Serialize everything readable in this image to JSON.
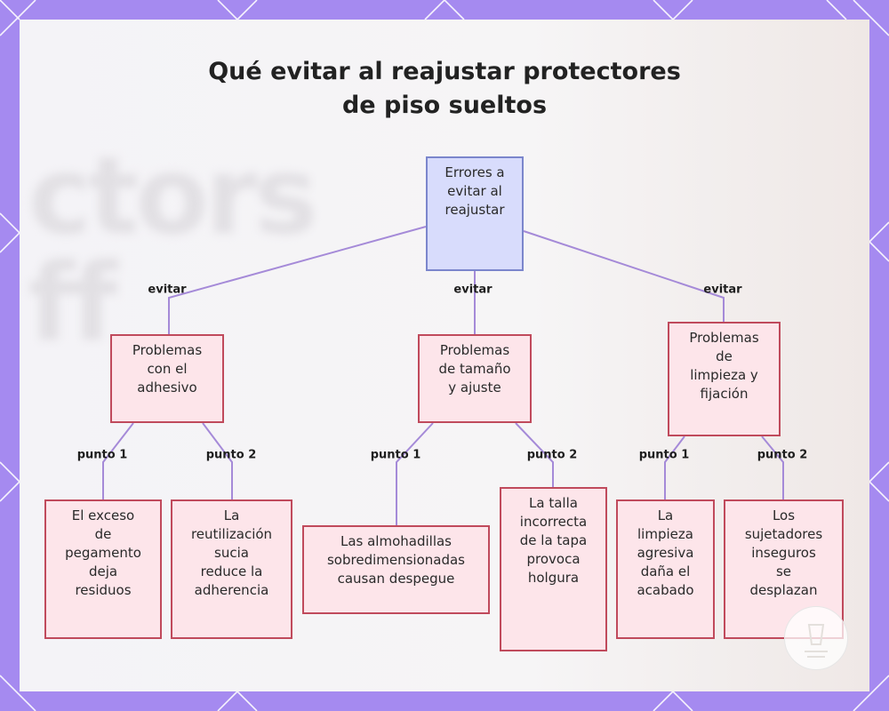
{
  "diagram": {
    "title": "Qué evitar al reajustar protectores de piso sueltos",
    "title_lines": [
      "Qué evitar al reajustar protectores",
      "de piso sueltos"
    ],
    "root": {
      "label": "Errores a evitar al reajustar",
      "lines": [
        "Errores a",
        "evitar al",
        "reajustar"
      ]
    },
    "categories": [
      {
        "edge_label": "evitar",
        "label": "Problemas con el adhesivo",
        "lines": [
          "Problemas",
          "con el",
          "adhesivo"
        ],
        "items": [
          {
            "edge_label": "punto 1",
            "label": "El exceso de pegamento deja residuos",
            "lines": [
              "El exceso",
              "de",
              "pegamento",
              "deja",
              "residuos"
            ]
          },
          {
            "edge_label": "punto 2",
            "label": "La reutilización sucia reduce la adherencia",
            "lines": [
              "La",
              "reutilización",
              "sucia",
              "reduce la",
              "adherencia"
            ]
          }
        ]
      },
      {
        "edge_label": "evitar",
        "label": "Problemas de tamaño y ajuste",
        "lines": [
          "Problemas",
          "de tamaño",
          "y ajuste"
        ],
        "items": [
          {
            "edge_label": "punto 1",
            "label": "Las almohadillas sobredimensionadas causan despegue",
            "lines": [
              "Las almohadillas",
              "sobredimensionadas",
              "causan despegue"
            ]
          },
          {
            "edge_label": "punto 2",
            "label": "La talla incorrecta de la tapa provoca holgura",
            "lines": [
              "La talla",
              "incorrecta",
              "de la tapa",
              "provoca",
              "holgura"
            ]
          }
        ]
      },
      {
        "edge_label": "evitar",
        "label": "Problemas de limpieza y fijación",
        "lines": [
          "Problemas",
          "de",
          "limpieza y",
          "fijación"
        ],
        "items": [
          {
            "edge_label": "punto 1",
            "label": "La limpieza agresiva daña el acabado",
            "lines": [
              "La",
              "limpieza",
              "agresiva",
              "daña el",
              "acabado"
            ]
          },
          {
            "edge_label": "punto 2",
            "label": "Los sujetadores inseguros se desplazan",
            "lines": [
              "Los",
              "sujetadores",
              "inseguros",
              "se",
              "desplazan"
            ]
          }
        ]
      }
    ]
  },
  "colors": {
    "frame": "#a58af0",
    "root_fill": "#d8dcfc",
    "root_border": "#7b86cc",
    "node_fill": "#fde5ea",
    "node_border": "#c04a5c",
    "edge": "#a58ad8"
  }
}
